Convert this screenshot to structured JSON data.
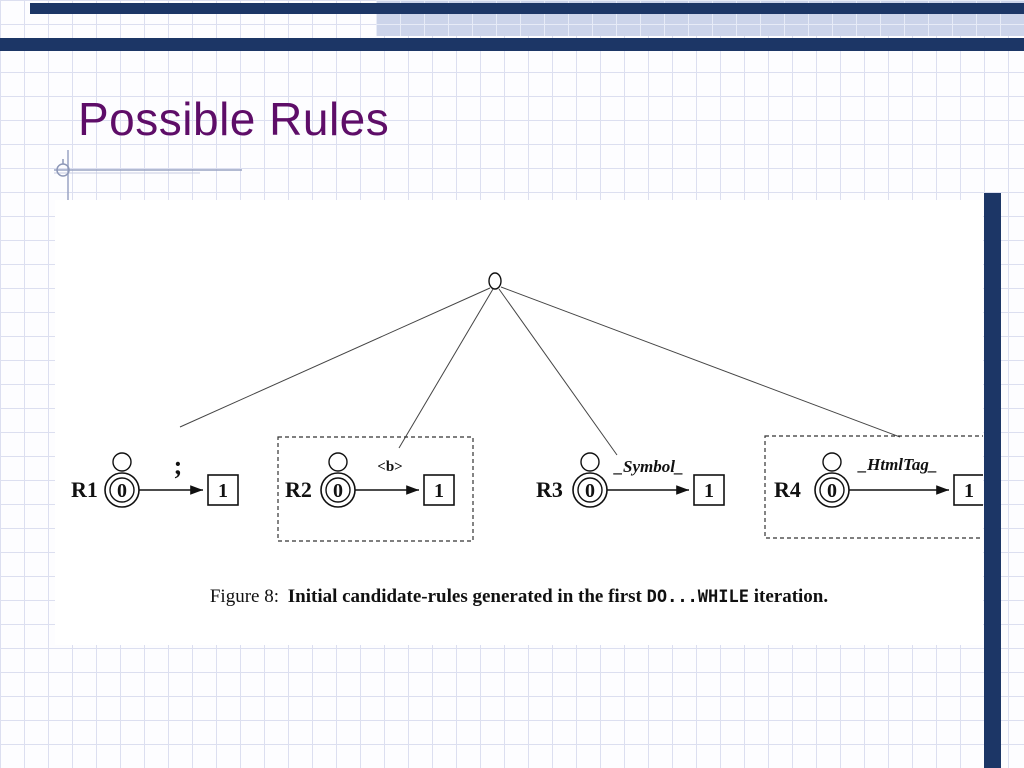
{
  "slide": {
    "title": "Possible Rules"
  },
  "figure": {
    "rules": [
      {
        "name": "R1",
        "state0": "0",
        "state1": "1",
        "transition": ";",
        "boxed": false
      },
      {
        "name": "R2",
        "state0": "0",
        "state1": "1",
        "transition": "<b>",
        "boxed": true
      },
      {
        "name": "R3",
        "state0": "0",
        "state1": "1",
        "transition": "_Symbol_",
        "boxed": false
      },
      {
        "name": "R4",
        "state0": "0",
        "state1": "1",
        "transition": "_HtmlTag_",
        "boxed": true
      }
    ],
    "caption": {
      "prefix": "Figure 8:",
      "main": "Initial candidate-rules generated in the first",
      "code": "DO...WHILE",
      "suffix": "iteration."
    }
  },
  "colors": {
    "accent_navy": "#1c3666",
    "title_purple": "#5e0d68",
    "grid_line": "#dcdff0"
  }
}
